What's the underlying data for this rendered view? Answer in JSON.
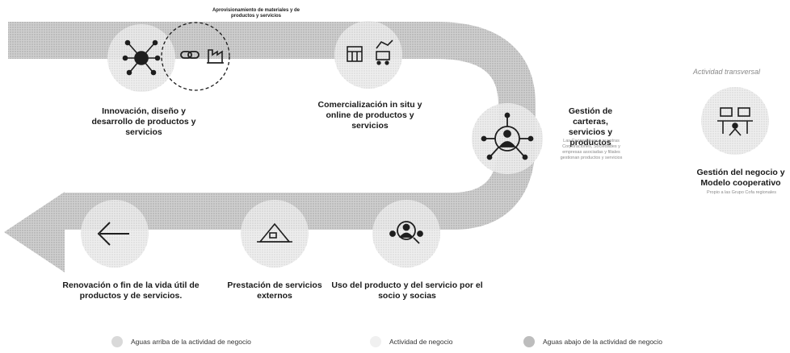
{
  "top_note": "Aprovisionamiento de materiales y de productos y servicios",
  "stages": [
    {
      "id": "innovacion",
      "label": "Innovación, diseño y desarrollo de productos y servicios"
    },
    {
      "id": "comercializacion",
      "label": "Comercialización in situ y online de productos y servicios"
    },
    {
      "id": "gestion_carteras",
      "label": "Gestión de carteras, servicios y productos",
      "note": "Las Cooperativas y nuestras Corporaciones, Sociedades y empresas asociadas y filiales gestionan productos y servicios"
    },
    {
      "id": "uso",
      "label": "Uso del producto y del servicio por el socio y socias"
    },
    {
      "id": "prestacion",
      "label": "Prestación de servicios externos"
    },
    {
      "id": "renovacion",
      "label": "Renovación o fin de la vida útil de productos y de servicios."
    }
  ],
  "side_panel": {
    "title": "Actividad transversal",
    "label": "Gestión del negocio y Modelo cooperativo",
    "note": "Propio a las Grupo Cofa regionales"
  },
  "legend": [
    {
      "label": "Aguas arriba de la actividad de negocio",
      "color": "#d9d9d9"
    },
    {
      "label": "Actividad de negocio",
      "color": "#f0f0f0"
    },
    {
      "label": "Aguas abajo de la actividad de negocio",
      "color": "#bdbdbd"
    }
  ],
  "colors": {
    "band": "#c7c7c7",
    "circle": "#e2e2e2",
    "icon": "#1e1e1e"
  }
}
